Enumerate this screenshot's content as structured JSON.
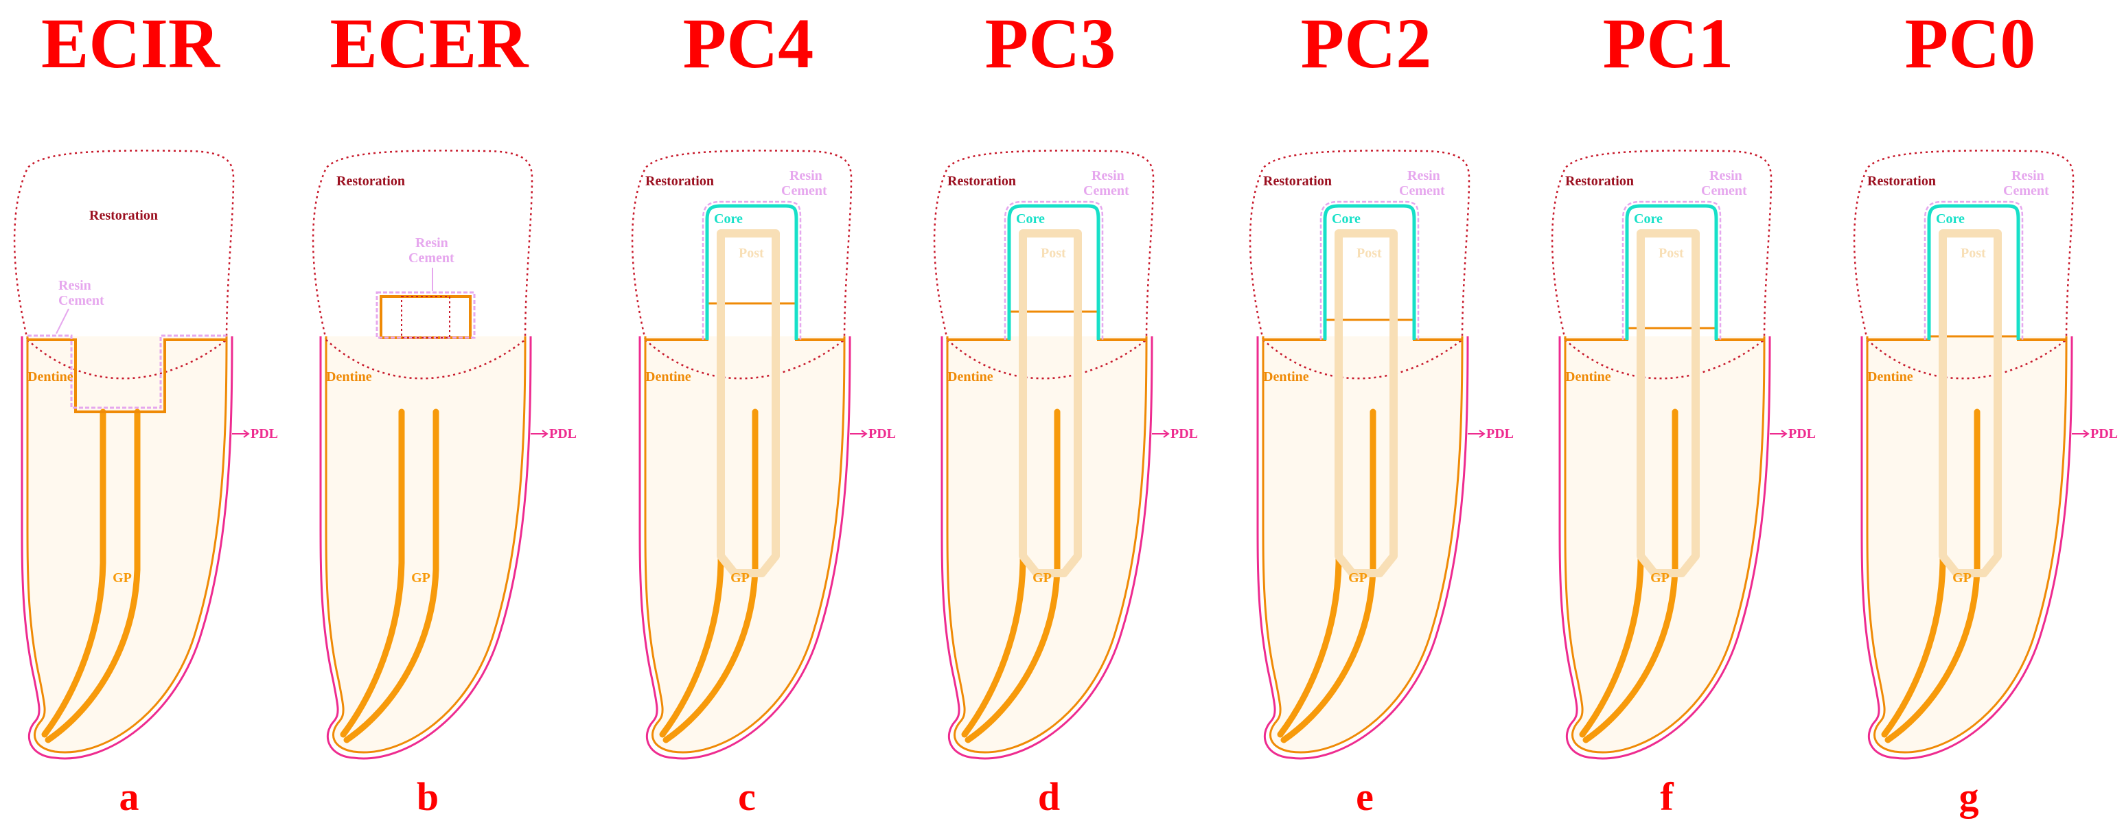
{
  "colors": {
    "title": "#ff0000",
    "panel_letter": "#ff0000",
    "restoration_outline": "#c81a2c",
    "restoration_label": "#9b1020",
    "resin_cement": "#e6a7ee",
    "pdl": "#ee2b8f",
    "dentine": "#ef8a06",
    "gutta_percha": "#f79a0b",
    "post": "#f8dfb6",
    "core": "#16e0c8",
    "tooth_fill": "#fff9ef"
  },
  "panels": [
    {
      "title": "ECIR",
      "letter": "a",
      "type": "endocrown-intraradicular",
      "labels": {
        "restoration": "Restoration",
        "resin": "Resin",
        "cement": "Cement",
        "dentine": "Dentine",
        "pdl": "PDL",
        "gp": "GP"
      }
    },
    {
      "title": "ECER",
      "letter": "b",
      "type": "endocrown-extraradicular",
      "labels": {
        "restoration": "Restoration",
        "resin": "Resin",
        "cement": "Cement",
        "dentine": "Dentine",
        "pdl": "PDL",
        "gp": "GP"
      }
    },
    {
      "title": "PC4",
      "letter": "c",
      "type": "post-core",
      "ferrule": 4,
      "labels": {
        "restoration": "Restoration",
        "resin": "Resin",
        "cement": "Cement",
        "core": "Core",
        "post": "Post",
        "dentine": "Dentine",
        "pdl": "PDL",
        "gp": "GP"
      }
    },
    {
      "title": "PC3",
      "letter": "d",
      "type": "post-core",
      "ferrule": 3,
      "labels": {
        "restoration": "Restoration",
        "resin": "Resin",
        "cement": "Cement",
        "core": "Core",
        "post": "Post",
        "dentine": "Dentine",
        "pdl": "PDL",
        "gp": "GP"
      }
    },
    {
      "title": "PC2",
      "letter": "e",
      "type": "post-core",
      "ferrule": 2,
      "labels": {
        "restoration": "Restoration",
        "resin": "Resin",
        "cement": "Cement",
        "core": "Core",
        "post": "Post",
        "dentine": "Dentine",
        "pdl": "PDL",
        "gp": "GP"
      }
    },
    {
      "title": "PC1",
      "letter": "f",
      "type": "post-core",
      "ferrule": 1,
      "labels": {
        "restoration": "Restoration",
        "resin": "Resin",
        "cement": "Cement",
        "core": "Core",
        "post": "Post",
        "dentine": "Dentine",
        "pdl": "PDL",
        "gp": "GP"
      }
    },
    {
      "title": "PC0",
      "letter": "g",
      "type": "post-core",
      "ferrule": 0,
      "labels": {
        "restoration": "Restoration",
        "resin": "Resin",
        "cement": "Cement",
        "core": "Core",
        "post": "Post",
        "dentine": "Dentine",
        "pdl": "PDL",
        "gp": "GP"
      }
    }
  ]
}
